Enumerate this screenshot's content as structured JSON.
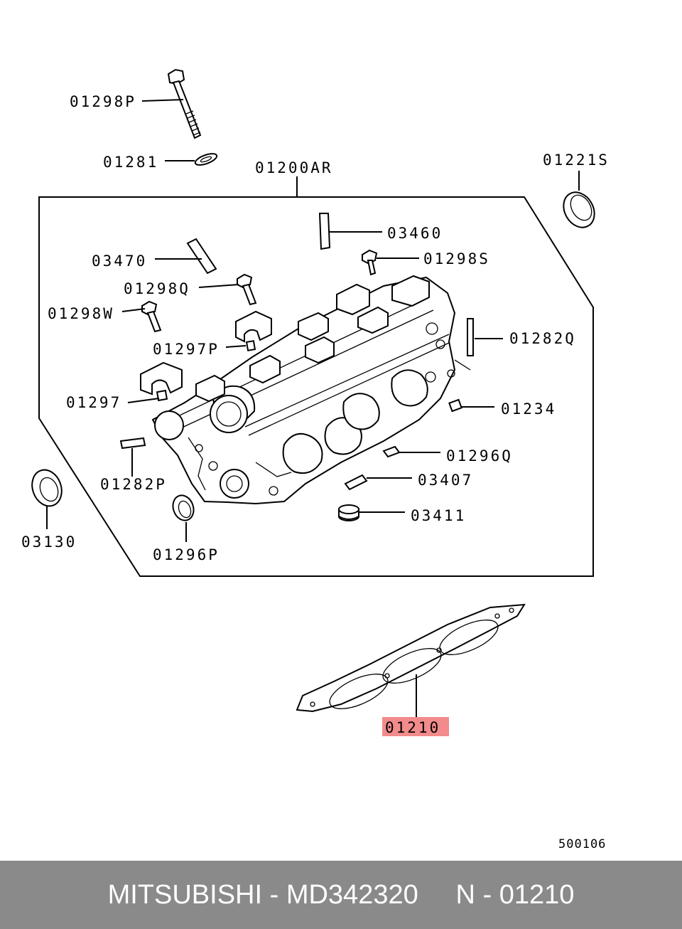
{
  "diagram": {
    "labels": {
      "p01298P": "01298P",
      "p01281": "01281",
      "p01200AR": "01200AR",
      "p01221S": "01221S",
      "p03460": "03460",
      "p03470": "03470",
      "p01298S": "01298S",
      "p01298Q": "01298Q",
      "p01298W": "01298W",
      "p01282Q": "01282Q",
      "p01297P": "01297P",
      "p01297": "01297",
      "p01234": "01234",
      "p01296Q": "01296Q",
      "p01282P": "01282P",
      "p03407": "03407",
      "p03411": "03411",
      "p03130": "03130",
      "p01296P": "01296P",
      "p01210": "01210"
    },
    "highlight_color": "#f28b8b",
    "reference_code": "500106"
  },
  "footer": {
    "text": "MITSUBISHI - MD342320     N - 01210",
    "background": "#8a8a8a"
  }
}
